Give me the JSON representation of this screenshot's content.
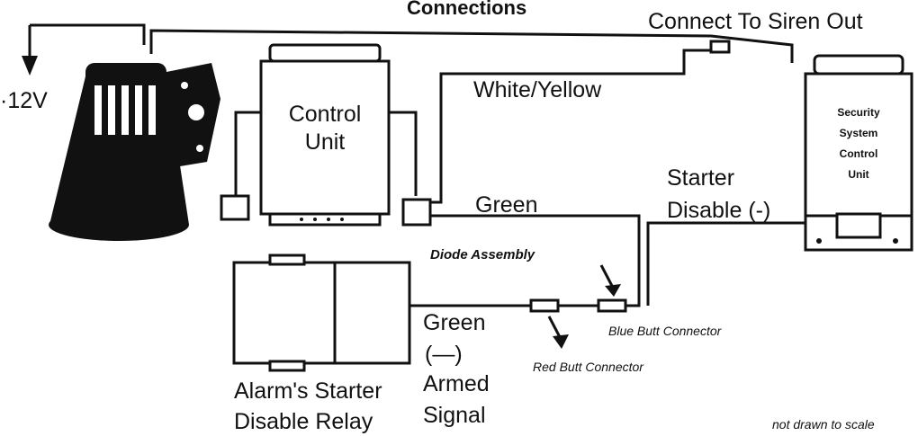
{
  "header": "Connections",
  "labels": {
    "connect_to_siren_out": "Connect To Siren Out",
    "minus_12v": "·12V",
    "white_yellow": "White/Yellow",
    "green_top": "Green",
    "starter_disable_line1": "Starter",
    "starter_disable_line2": "Disable (-)",
    "diode_assembly": "Diode Assembly",
    "blue_butt_connector": "Blue Butt Connector",
    "red_butt_connector": "Red Butt Connector",
    "green_bottom": "Green",
    "armed_dash": "(—)",
    "armed": "Armed",
    "signal": "Signal",
    "relay_line1": "Alarm's Starter",
    "relay_line2": "Disable Relay",
    "not_to_scale": "not drawn to scale"
  },
  "control_unit": {
    "line1": "Control",
    "line2": "Unit"
  },
  "security_unit": {
    "line1": "Security",
    "line2": "System",
    "line3": "Control",
    "line4": "Unit"
  },
  "icons": [
    "siren-icon",
    "control-unit-box",
    "security-system-box",
    "relay-box",
    "arrow-down-icon",
    "pointer-arrow-icon"
  ]
}
